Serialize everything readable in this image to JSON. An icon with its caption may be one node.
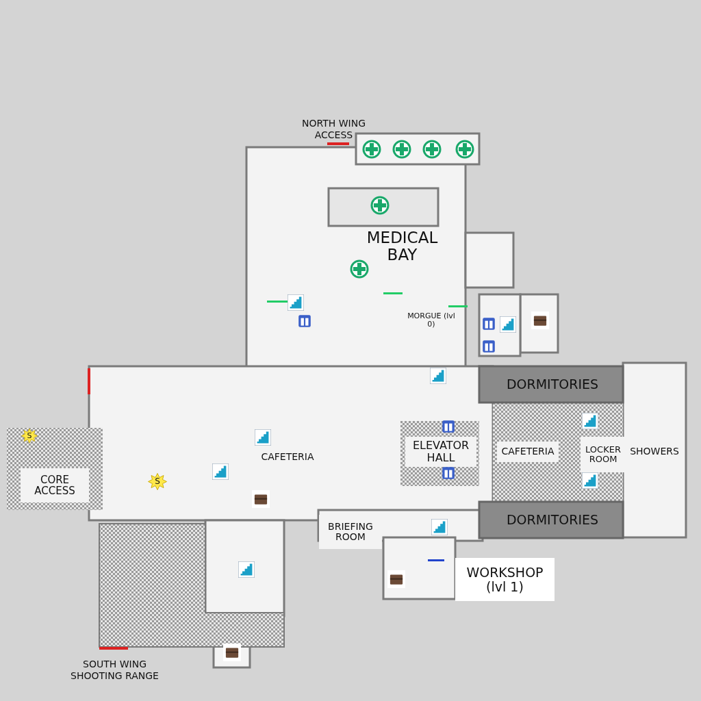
{
  "diagram": {
    "nodes": [
      {
        "text": [
          "MEDICAL BAY"
        ]
      },
      {
        "text": [
          "MORGUE (lvl 0)"
        ]
      },
      {
        "text": [
          "DORMITORIES"
        ]
      },
      {
        "text": [
          "CAFETERIA"
        ]
      },
      {
        "text": [
          "ELEVATOR HALL"
        ]
      },
      {
        "text": [
          "CAFETERIA"
        ]
      },
      {
        "text": [
          "LOCKER ROOM"
        ]
      },
      {
        "text": [
          "SHOWERS"
        ]
      },
      {
        "text": [
          "CORE ACCESS"
        ]
      },
      {
        "text": [
          "DORMITORIES"
        ]
      },
      {
        "text": [
          "BRIEFING ROOM"
        ]
      },
      {
        "text": [
          "WORKSHOP (lvl 1)"
        ]
      }
    ],
    "labels": [
      "NORTH WING ACCESS",
      "S",
      "S",
      "SOUTH WING SHOOTING RANGE"
    ]
  }
}
